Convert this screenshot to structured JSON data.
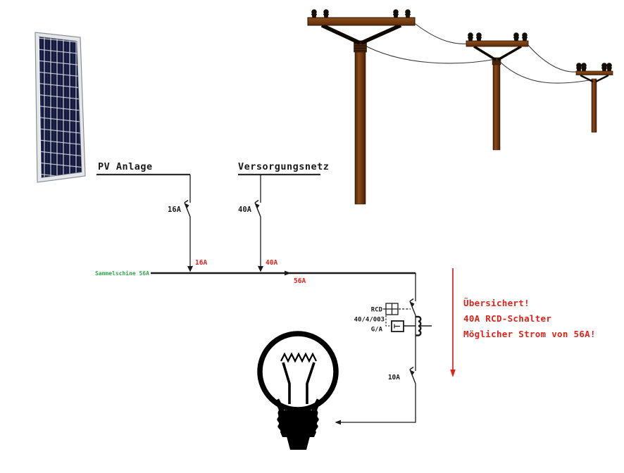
{
  "labels": {
    "pv_source": "PV Anlage",
    "grid_source": "Versorgungsnetz",
    "busbar": "Sammelschine 56A",
    "breaker_pv": "16A",
    "breaker_grid": "40A",
    "breaker_load": "10A",
    "flow_pv": "16A",
    "flow_grid": "40A",
    "flow_bus": "56A",
    "rcd_name": "RCD",
    "rcd_rating": "40/4/003",
    "rcd_class": "G/A"
  },
  "warning": {
    "lines": [
      "Übersichert!",
      "40A RCD-Schalter",
      "Möglicher Strom von 56A!"
    ]
  },
  "colors": {
    "annotation_red": "#e32119",
    "busbar_green": "#2fa84c",
    "line_black": "#1a1a1a",
    "pole_brown": "#7a3b0d",
    "panel_cell_blue": "#141a3e"
  }
}
